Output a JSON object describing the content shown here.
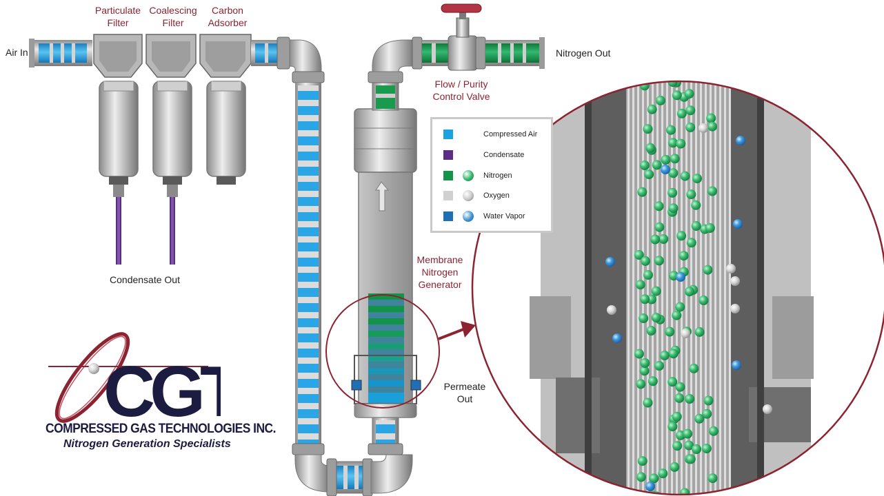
{
  "labels": {
    "air_in": "Air In",
    "particulate_filter": [
      "Particulate",
      "Filter"
    ],
    "coalescing_filter": [
      "Coalescing",
      "Filter"
    ],
    "carbon_adsorber": [
      "Carbon",
      "Adsorber"
    ],
    "nitrogen_out": "Nitrogen Out",
    "flow_valve": [
      "Flow / Purity",
      "Control Valve"
    ],
    "condensate_out": "Condensate Out",
    "membrane_generator": [
      "Membrane",
      "Nitrogen",
      "Generator"
    ],
    "permeate_out": [
      "Permeate",
      "Out"
    ]
  },
  "legend": [
    {
      "label": "Compressed Air",
      "square": "#1aa3e0",
      "ball": ""
    },
    {
      "label": "Condensate",
      "square": "#5b2d84",
      "ball": ""
    },
    {
      "label": "Nitrogen",
      "square": "#14934a",
      "ball": "#2eb86a"
    },
    {
      "label": "Oxygen",
      "square": "#d0d0d0",
      "ball": "#c8c8c8"
    },
    {
      "label": "Water Vapor",
      "square": "#1f6fb6",
      "ball": "#3a92d4"
    }
  ],
  "logo": {
    "mark": "CGT",
    "company": "COMPRESSED GAS TECHNOLOGIES INC.",
    "tagline": "Nitrogen Generation Specialists"
  },
  "colors": {
    "compressed_air": "#1aa3e0",
    "condensate": "#5b2d84",
    "nitrogen": "#14934a",
    "oxygen": "#d0d0d0",
    "water_vapor": "#1f6fb6",
    "accent_red": "#8c2330",
    "steel": "#a9a9a9",
    "logo_navy": "#1c1c40"
  }
}
